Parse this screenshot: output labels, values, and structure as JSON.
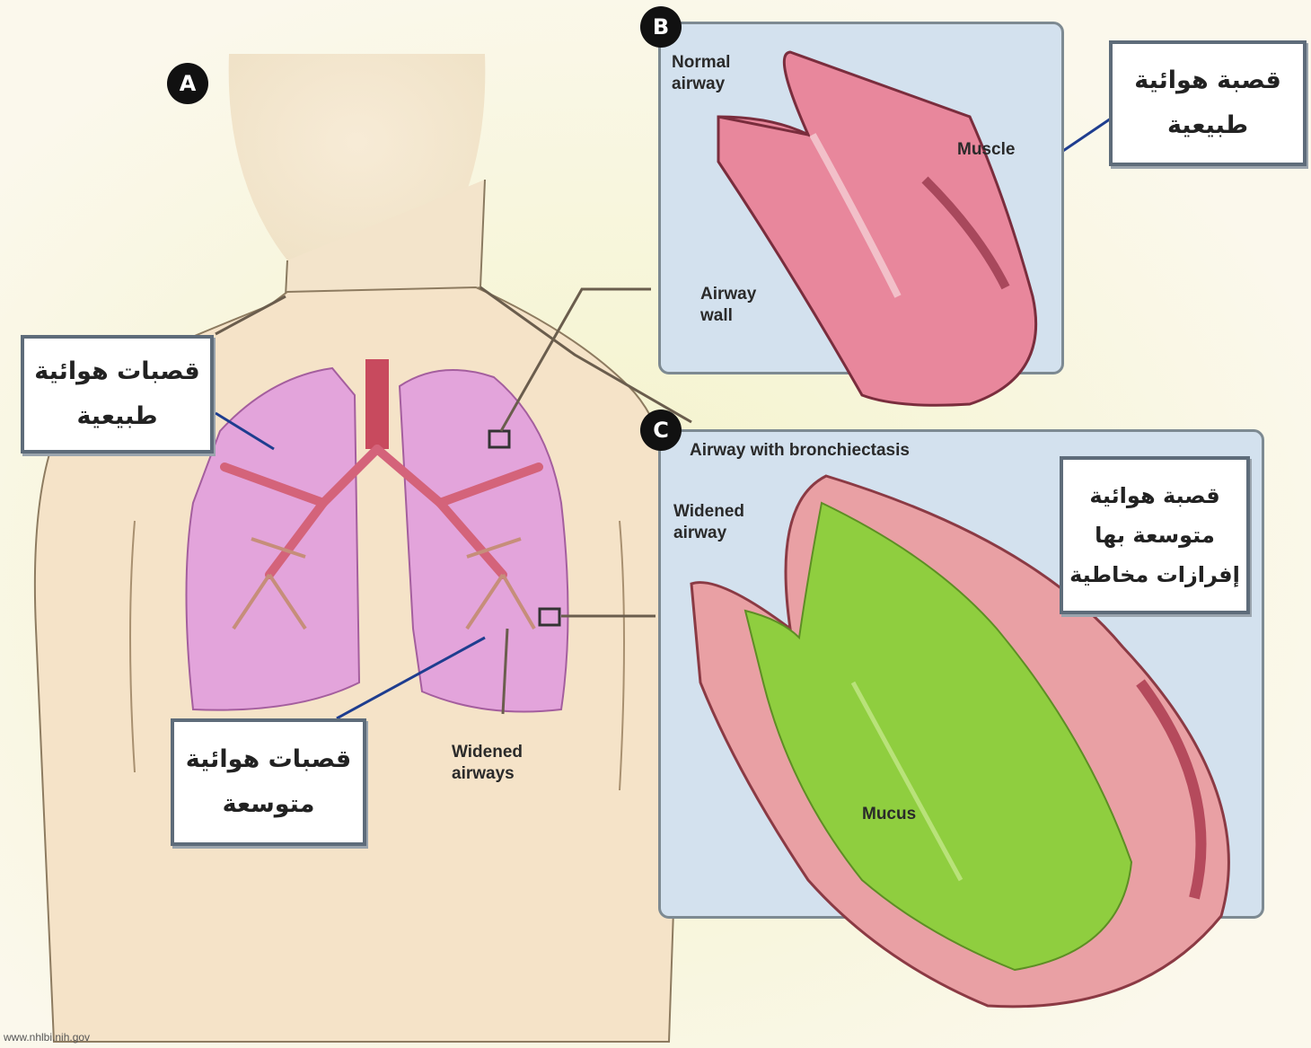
{
  "badges": {
    "a": "A",
    "b": "B",
    "c": "C"
  },
  "panel_b": {
    "normal_airway": "Normal\nairway",
    "muscle": "Muscle",
    "airway_wall": "Airway\nwall"
  },
  "panel_c": {
    "title": "Airway with bronchiectasis",
    "widened_airway": "Widened\nairway",
    "mucus": "Mucus"
  },
  "body_view": {
    "widened_airways": "Widened\nairways"
  },
  "arabic_labels": {
    "normal_airways": [
      "قصبات هوائية",
      "طبيعية"
    ],
    "widened_airways": [
      "قصبات هوائية",
      "متوسعة"
    ],
    "normal_airway_b": [
      "قصبة هوائية",
      "طبيعية"
    ],
    "widened_airway_c": [
      "قصبة هوائية",
      "متوسعة بها",
      "إفرازات مخاطية"
    ]
  },
  "credit": "www.nhlbi.nih.gov",
  "colors": {
    "skin": "#f6e6cc",
    "lung": "#e2a3d8",
    "airway_wall": "#e07d98",
    "mucus": "#8ccc3c",
    "panel_bg": "#d3e1ee"
  }
}
